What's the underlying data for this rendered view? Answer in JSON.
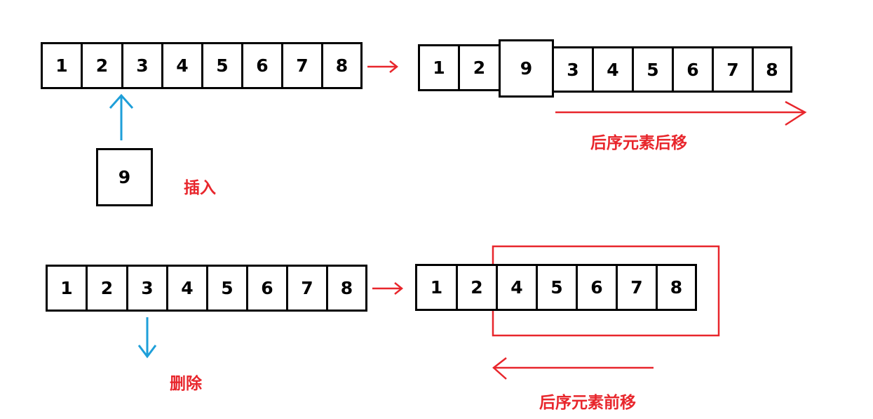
{
  "insert": {
    "original_array": [
      "1",
      "2",
      "3",
      "4",
      "5",
      "6",
      "7",
      "8"
    ],
    "new_element": "9",
    "label": "插入",
    "result_array": [
      "1",
      "2",
      "9",
      "3",
      "4",
      "5",
      "6",
      "7",
      "8"
    ],
    "shift_label": "后序元素后移"
  },
  "delete": {
    "original_array": [
      "1",
      "2",
      "3",
      "4",
      "5",
      "6",
      "7",
      "8"
    ],
    "label": "删除",
    "result_array": [
      "1",
      "2",
      "4",
      "5",
      "6",
      "7",
      "8"
    ],
    "shift_label": "后序元素前移"
  },
  "colors": {
    "red": "#e8262c",
    "blue": "#1e9fd9",
    "black": "#000000"
  }
}
